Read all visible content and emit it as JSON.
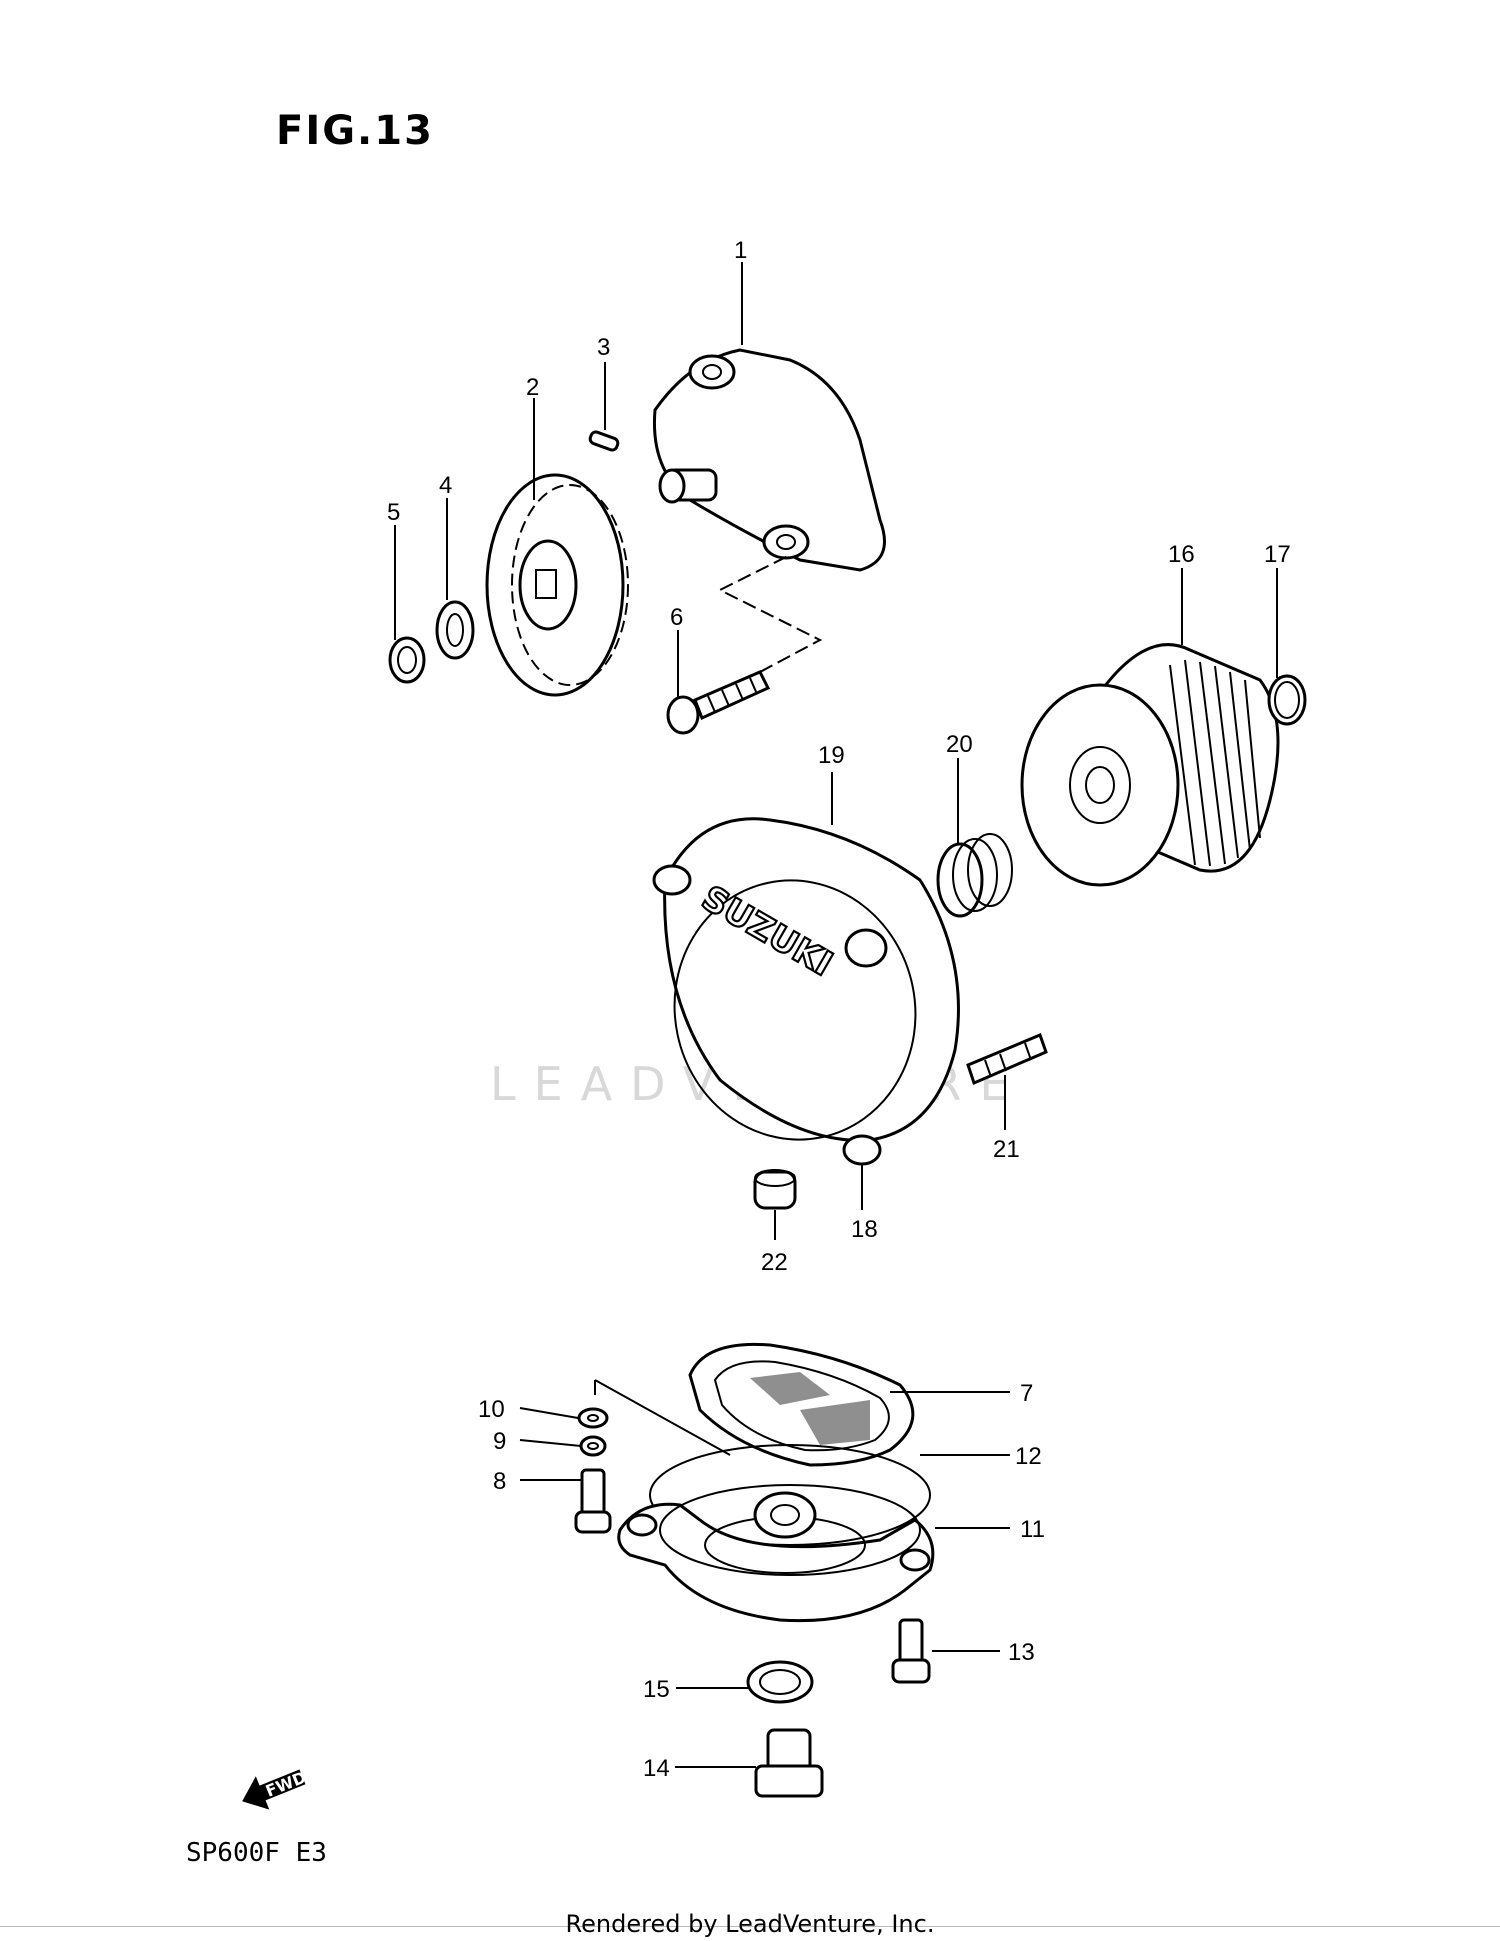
{
  "figure": {
    "title": "FIG.13"
  },
  "model_code": "SP600F E3",
  "footer_credit": "Rendered by LeadVenture, Inc.",
  "watermark": "LEADVENTURE",
  "brand_mark": "SUZUKI",
  "fwd_arrow": {
    "label": "FWD",
    "icon": "arrow-left-icon"
  },
  "callouts": [
    "1",
    "2",
    "3",
    "4",
    "5",
    "6",
    "7",
    "8",
    "9",
    "10",
    "11",
    "12",
    "13",
    "14",
    "15",
    "16",
    "17",
    "18",
    "19",
    "20",
    "21",
    "22"
  ]
}
